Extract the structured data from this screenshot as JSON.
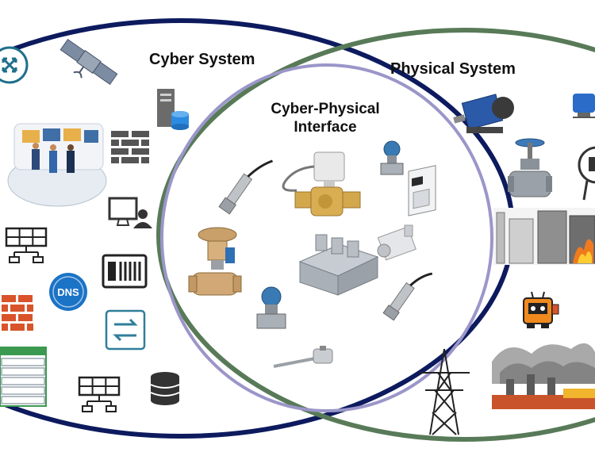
{
  "labels": {
    "cyber_system": "Cyber System",
    "physical_system": "Physical System",
    "interface_line1": "Cyber-Physical",
    "interface_line2": "Interface"
  },
  "dns_icon_text": "DNS",
  "colors": {
    "cyber_ring": "#0d1a5e",
    "physical_ring": "#587a58",
    "interface_ring": "#9b96c9",
    "icon_teal": "#1f6f8b",
    "icon_dark": "#3a3a3a",
    "brick": "#d9532b",
    "fire": "#f07a1e"
  },
  "icons": [
    "router-icon",
    "satellite-icon",
    "server-database-icon",
    "control-room-icon",
    "firewall-icon",
    "operator-workstation-icon",
    "network-topology-icon",
    "plc-rack-icon",
    "dns-icon",
    "firewall-icon",
    "switch-icon",
    "server-rack-icon",
    "network-topology-icon",
    "database-icon",
    "pressure-sensor-icon",
    "actuator-valve-icon",
    "pressure-transmitter-icon",
    "servo-drive-icon",
    "control-valve-icon",
    "manifold-block-icon",
    "servo-motor-icon",
    "pressure-transmitter-icon",
    "pressure-sensor-icon",
    "thermocouple-icon",
    "electric-motor-icon",
    "pump-icon",
    "gate-valve-icon",
    "boiler-icon",
    "furnace-plant-icon",
    "robot-icon",
    "power-pylon-icon",
    "factory-smokestack-icon"
  ]
}
